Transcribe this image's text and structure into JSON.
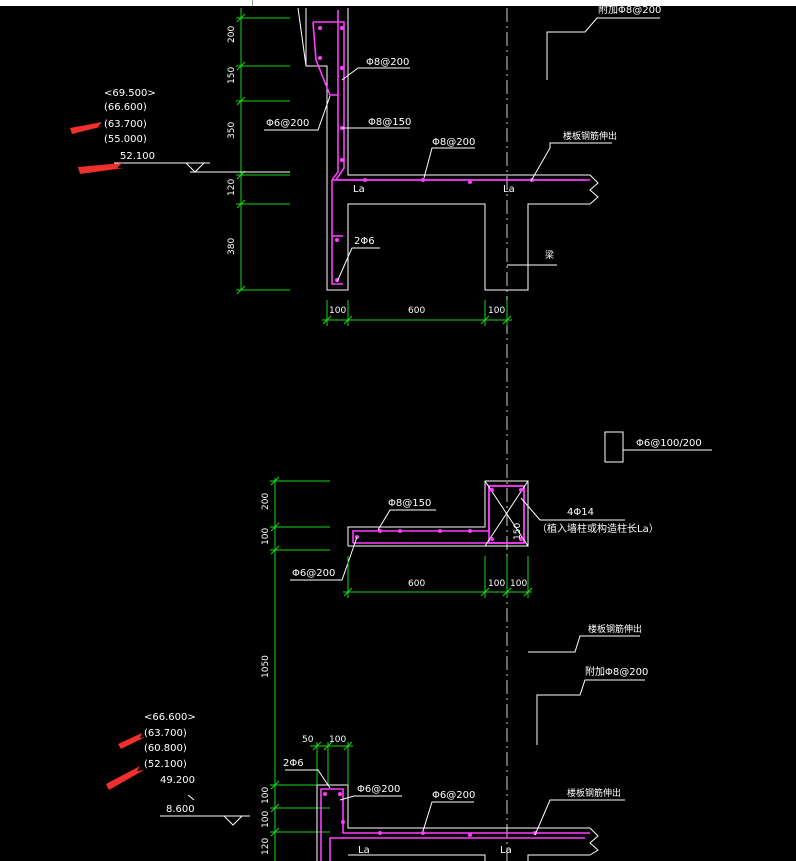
{
  "colors": {
    "background": "#000000",
    "dimension": "#18d818",
    "outline": "#ffffff",
    "rebar": "#ff3cff",
    "arrow": "#f0302a"
  },
  "upper_detail": {
    "top_cut_label": "附加Φ8@200",
    "elevations": [
      "<69.500>",
      "(66.600)",
      "(63.700)",
      "(55.000)",
      "52.100"
    ],
    "rebar_labels": {
      "phi8_200_upper": "Φ8@200",
      "phi8_150": "Φ8@150",
      "phi6_200": "Φ6@200",
      "phi8_200_slab": "Φ8@200",
      "slab_rebar_extend": "楼板钢筋伸出",
      "bars_2phi6": "2Φ6",
      "beam": "梁"
    },
    "anchor_labels": [
      "La",
      "La"
    ],
    "vertical_dims": [
      "200",
      "150",
      "350",
      "120",
      "380"
    ],
    "horizontal_dims": [
      "100",
      "600",
      "100"
    ]
  },
  "lower_detail": {
    "stirrup_label": "Φ6@100/200",
    "column_bars": "4Φ14",
    "column_note": "（植入墙柱或构造柱长La）",
    "column_size": "150",
    "phi8_150": "Φ8@150",
    "phi6_200_left": "Φ6@200",
    "vertical_dims": [
      "200",
      "100",
      "1050",
      "100",
      "100",
      "120"
    ],
    "horizontal_dims": [
      "600",
      "100",
      "100"
    ],
    "top_dims": [
      "50",
      "100"
    ],
    "slab_rebar_extend_1": "楼板钢筋伸出",
    "additional_rebar": "附加Φ8@200",
    "slab_rebar_extend_2": "楼板钢筋伸出",
    "bars_2phi6": "2Φ6",
    "phi6_200_a": "Φ6@200",
    "phi6_200_b": "Φ6@200",
    "elevations": [
      "<66.600>",
      "(63.700)",
      "(60.800)",
      "(52.100)",
      "49.200"
    ],
    "floor_elevation": "8.600",
    "anchor_labels": [
      "La",
      "La"
    ]
  }
}
